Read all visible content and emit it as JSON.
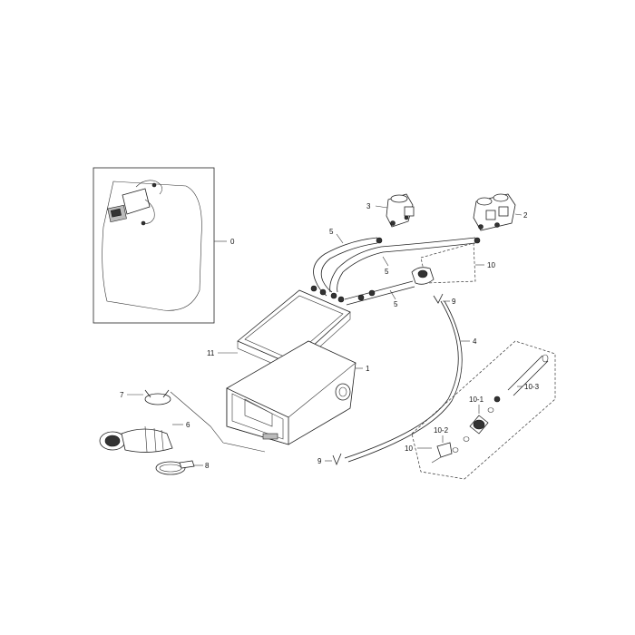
{
  "callouts": {
    "c0": "0",
    "c1": "1",
    "c2": "2",
    "c3": "3",
    "c4": "4",
    "c5a": "5",
    "c5b": "5",
    "c5c": "5",
    "c6": "6",
    "c7": "7",
    "c8": "8",
    "c9a": "9",
    "c9b": "9",
    "c10a": "10",
    "c10b": "10",
    "c10_1": "10-1",
    "c10_2": "10-2",
    "c10_3": "10-3",
    "c11": "11"
  }
}
